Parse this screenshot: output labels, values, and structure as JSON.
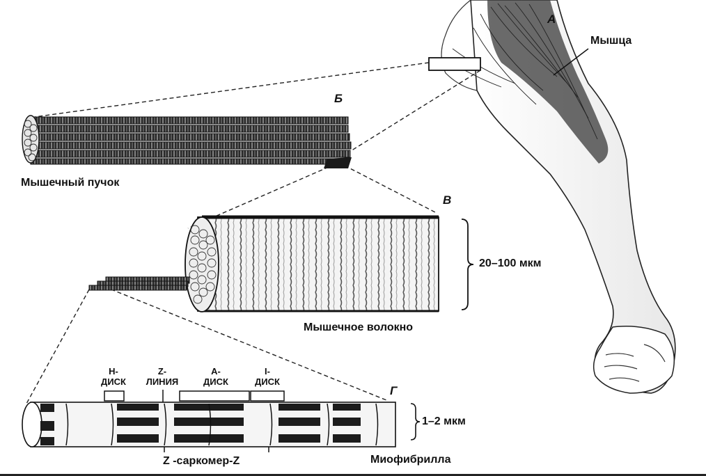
{
  "panels": {
    "a": "А",
    "b": "Б",
    "v": "В",
    "g": "Г"
  },
  "labels": {
    "muscle": "Мышца",
    "bundle": "Мышечный пучок",
    "fiber": "Мышечное волокно",
    "fiber_size": "20–100 мкм",
    "myofibril_size": "1–2 мкм",
    "myofibril": "Миофибрилла",
    "sarcomere": "Z -саркомер-Z"
  },
  "bands": {
    "h_disc": [
      "Н-",
      "ДИСК"
    ],
    "z_line": [
      "Z-",
      "ЛИНИЯ"
    ],
    "a_disc": [
      "А-",
      "ДИСК"
    ],
    "i_disc": [
      "I-",
      "ДИСК"
    ]
  }
}
